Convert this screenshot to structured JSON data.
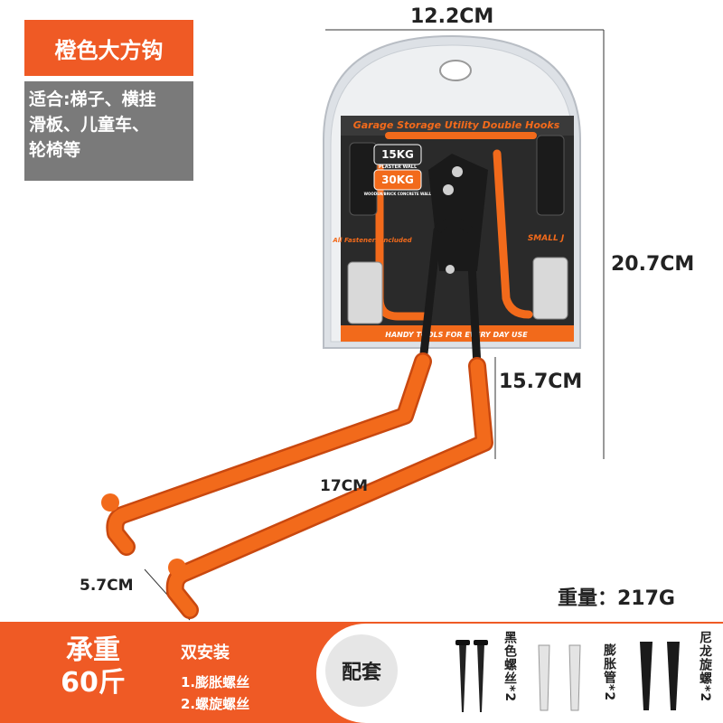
{
  "badge": {
    "title": "橙色大方钩",
    "use_lines": [
      "适合:梯子、横挂",
      "滑板、儿童车、",
      "轮椅等"
    ]
  },
  "dimensions": {
    "width_top": "12.2CM",
    "height_total": "20.7CM",
    "height_arm": "15.7CM",
    "arm_length": "17CM",
    "arm_spacing": "5.7CM"
  },
  "package": {
    "banner": "Garage Storage Utility Double Hooks",
    "load_plaster_value": "15KG",
    "load_plaster_label": "PLASTER WALL",
    "load_wood_value": "30KG",
    "load_wood_label": "WOODEN/BRICK CONCRETE WALL",
    "fasteners": "All Fasteners Included",
    "size": "SMALL J",
    "footer": "HANDY TOOLS FOR EVERY DAY USE"
  },
  "weight": "重量：217G",
  "bottom": {
    "capacity_line1": "承重",
    "capacity_line2": "60斤",
    "install_title": "双安装",
    "install_items": [
      "1.膨胀螺丝",
      "2.螺旋螺丝"
    ],
    "kit_label": "配套",
    "kit_items": [
      "黑色螺丝*2",
      "膨胀管*2",
      "尼龙旋螺*2"
    ]
  },
  "colors": {
    "accent": "#ef5a25",
    "gray": "#7a7a7a",
    "hook_black": "#1a1a1a",
    "coating": "#f26a1b"
  }
}
